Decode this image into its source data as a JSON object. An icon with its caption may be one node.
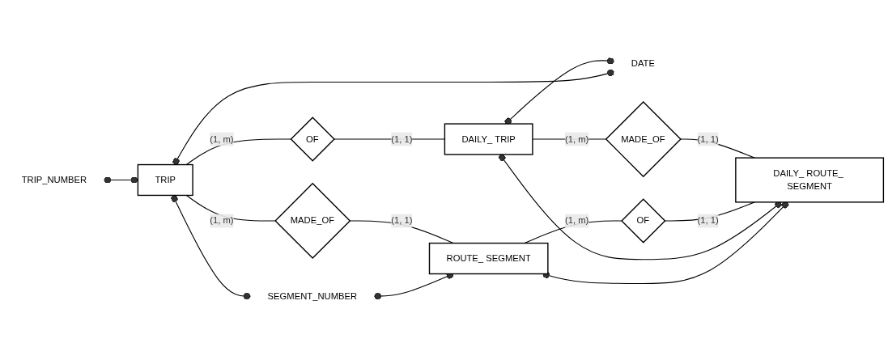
{
  "diagram": {
    "nodes": [
      {
        "text": [
          "TRIP_NUMBER"
        ]
      },
      {
        "text": [
          "TRIP"
        ]
      },
      {
        "text": [
          "OF"
        ]
      },
      {
        "text": [
          "DAILY_ TRIP"
        ]
      },
      {
        "text": [
          "DATE"
        ]
      },
      {
        "text": [
          "MADE_OF"
        ]
      },
      {
        "text": [
          "MADE_OF"
        ]
      },
      {
        "text": [
          "SEGMENT_NUMBER"
        ]
      },
      {
        "text": [
          "ROUTE_ SEGMENT"
        ]
      },
      {
        "text": [
          "OF"
        ]
      },
      {
        "text": [
          "DAILY_ ROUTE_ SEGMENT"
        ]
      }
    ],
    "edges": [
      {
        "from": 0,
        "to": 1,
        "arrow": "other"
      },
      {
        "from": 1,
        "to": 2,
        "label": "(1, m)",
        "arrow": "none"
      },
      {
        "from": 2,
        "to": 3,
        "label": "(1, 1)",
        "arrow": "none"
      },
      {
        "from": 3,
        "to": 4,
        "arrow": "other"
      },
      {
        "from": 1,
        "to": 4,
        "arrow": "other"
      },
      {
        "from": 1,
        "to": 5,
        "label": "(1, m)",
        "arrow": "none"
      },
      {
        "from": 3,
        "to": 6,
        "label": "(1, m)",
        "arrow": "none"
      },
      {
        "from": 5,
        "to": 8,
        "label": "(1, 1)",
        "arrow": "none"
      },
      {
        "from": 6,
        "to": 10,
        "label": "(1, 1)",
        "arrow": "none"
      },
      {
        "from": 7,
        "to": 8,
        "arrow": "other"
      },
      {
        "from": 1,
        "to": 7,
        "arrow": "other"
      },
      {
        "from": 8,
        "to": 9,
        "label": "(1, m)",
        "arrow": "none"
      },
      {
        "from": 9,
        "to": 10,
        "label": "(1, 1)",
        "arrow": "none"
      },
      {
        "from": 3,
        "to": 10,
        "arrow": "other"
      },
      {
        "from": 8,
        "to": 10,
        "arrow": "other"
      }
    ]
  }
}
